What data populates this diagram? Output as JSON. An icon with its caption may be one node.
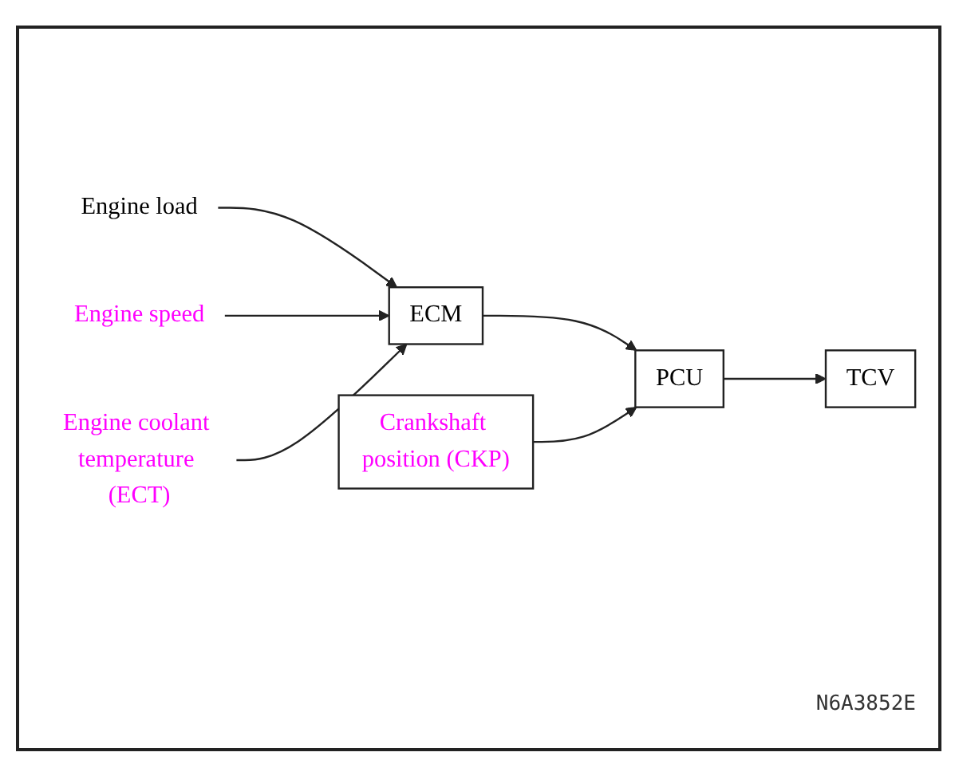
{
  "diagram": {
    "nodes": [
      {
        "text": [
          "Engine load"
        ]
      },
      {
        "text": [
          "Engine speed"
        ]
      },
      {
        "text": [
          "Engine coolant temperature (ECT)"
        ]
      },
      {
        "text": [
          "ECM"
        ]
      },
      {
        "text": [
          "PCU"
        ]
      },
      {
        "text": [
          "TCV"
        ]
      },
      {
        "text": [
          "Crankshaft position (CKP)"
        ]
      }
    ],
    "edges": [
      {
        "from": 0,
        "to": 3,
        "arrow": "to"
      },
      {
        "from": 1,
        "to": 3,
        "arrow": "to"
      },
      {
        "from": 2,
        "to": 3,
        "arrow": "to"
      },
      {
        "from": 3,
        "to": 4,
        "arrow": "to"
      },
      {
        "from": 4,
        "to": 5,
        "arrow": "to"
      },
      {
        "from": 6,
        "to": 4,
        "arrow": "to"
      }
    ],
    "labels": [
      "N6A3852E"
    ]
  }
}
